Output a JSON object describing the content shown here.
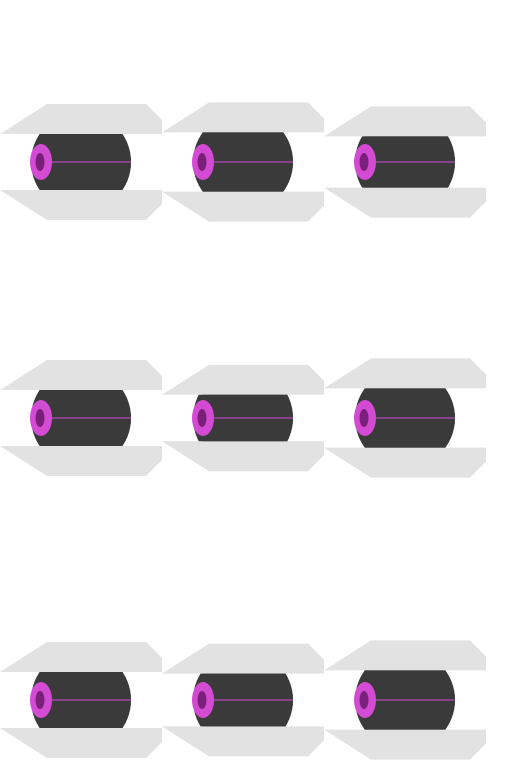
{
  "colors": {
    "background": "#ffffff",
    "plate": "#e2e2e2",
    "body": "#3a3a3a",
    "ring_outer": "#d24bd2",
    "ring_inner": "#7a1f7a",
    "axis_line": "#d24bd2"
  },
  "tiles": [
    {
      "row": 0,
      "col": 0,
      "gap_level": 0.5
    },
    {
      "row": 0,
      "col": 1,
      "gap_level": 0.6
    },
    {
      "row": 0,
      "col": 2,
      "gap_level": 0.35
    },
    {
      "row": 1,
      "col": 0,
      "gap_level": 0.5
    },
    {
      "row": 1,
      "col": 1,
      "gap_level": 0.2
    },
    {
      "row": 1,
      "col": 2,
      "gap_level": 0.6
    },
    {
      "row": 2,
      "col": 0,
      "gap_level": 0.5
    },
    {
      "row": 2,
      "col": 1,
      "gap_level": 0.4
    },
    {
      "row": 2,
      "col": 2,
      "gap_level": 0.6
    }
  ]
}
